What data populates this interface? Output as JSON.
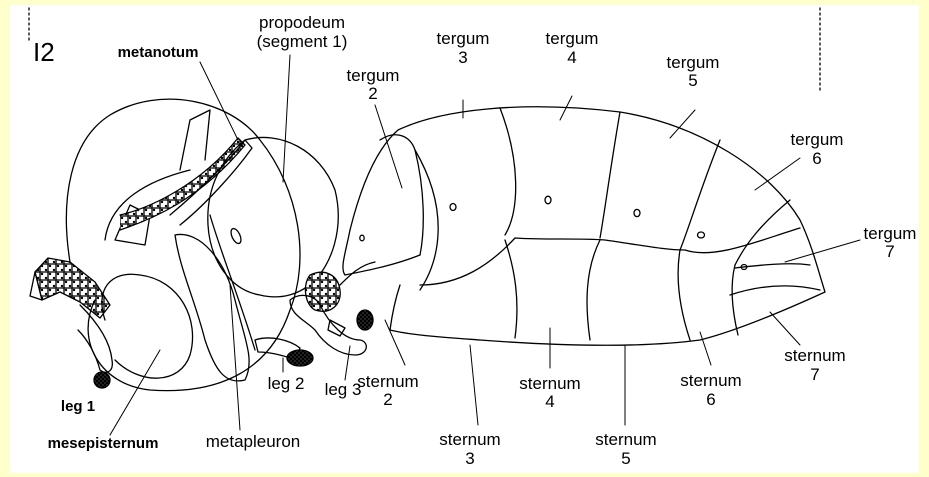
{
  "figure_number": "I2",
  "labels": {
    "metanotum": "metanotum",
    "propodeum": "propodeum",
    "propodeum_segment": "(segment 1)",
    "tergum2": [
      "tergum",
      "2"
    ],
    "tergum3": [
      "tergum",
      "3"
    ],
    "tergum4": [
      "tergum",
      "4"
    ],
    "tergum5": [
      "tergum",
      "5"
    ],
    "tergum6": [
      "tergum",
      "6"
    ],
    "tergum7": [
      "tergum",
      "7"
    ],
    "sternum2": [
      "sternum",
      "2"
    ],
    "sternum3": [
      "sternum",
      "3"
    ],
    "sternum4": [
      "sternum",
      "4"
    ],
    "sternum5": [
      "sternum",
      "5"
    ],
    "sternum6": [
      "sternum",
      "6"
    ],
    "sternum7": [
      "sternum",
      "7"
    ],
    "leg1": "leg 1",
    "leg2": "leg 2",
    "leg3": "leg 3",
    "mesepisternum": "mesepisternum",
    "metapleuron": "metapleuron"
  },
  "colors": {
    "background": "#ffffcc",
    "ink": "#000000",
    "panel": "#ffffff"
  }
}
